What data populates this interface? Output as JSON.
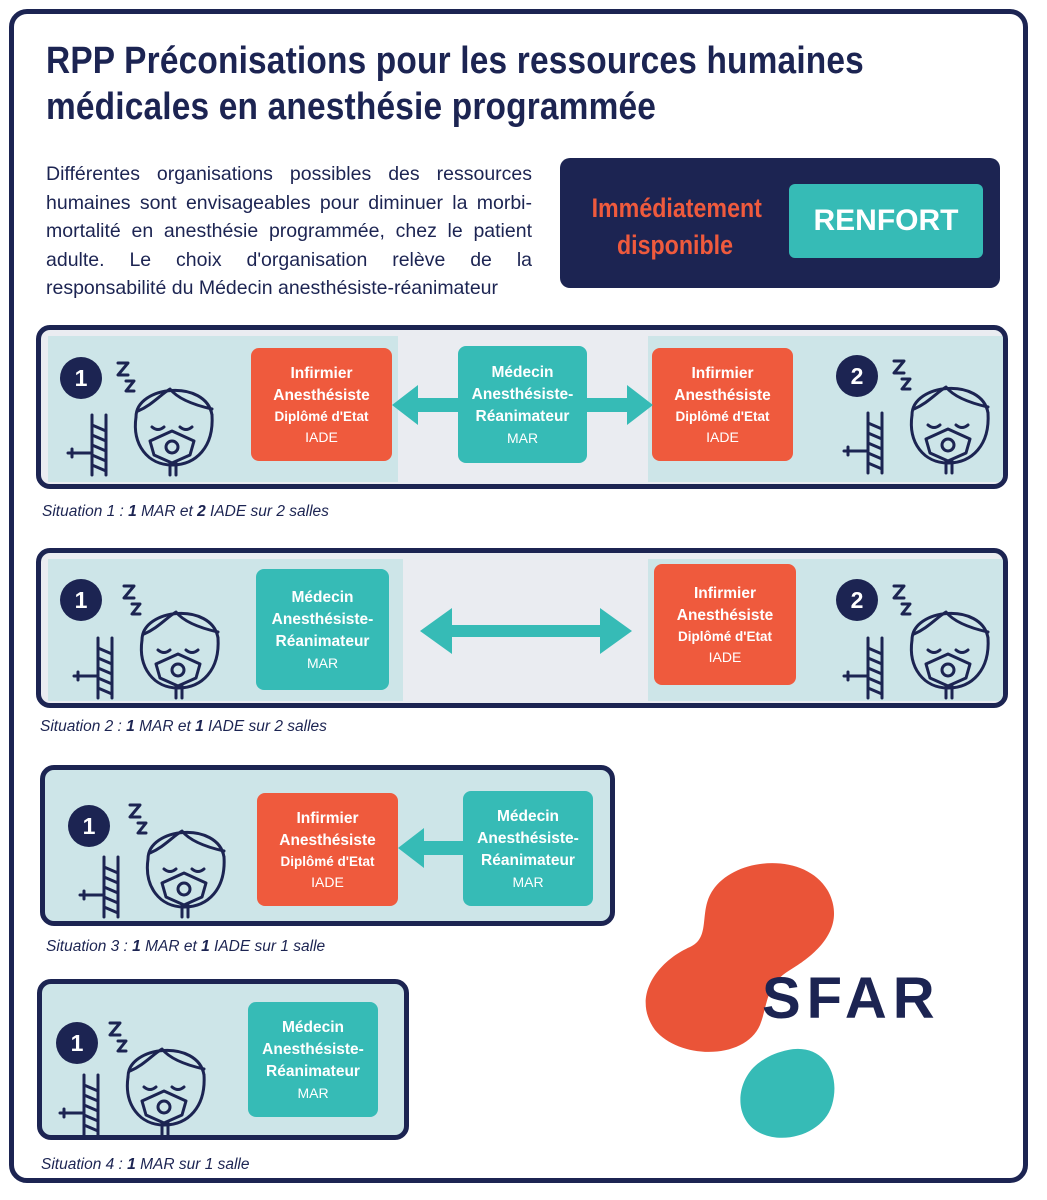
{
  "title": "RPP Préconisations pour les ressources humaines médicales  en anesthésie programmée",
  "intro": "Différentes organisations possibles  des ressources humaines sont envisageables pour diminuer la morbi-mortalité en anesthésie programmée, chez le patient adulte. Le choix d'organisation relève de la responsabilité du Médecin anesthésiste-réanimateur",
  "legend": {
    "immediate_line1": "Immédiatement",
    "immediate_line2": "disponible",
    "renfort": "RENFORT"
  },
  "roles": {
    "iade": {
      "l1": "Infirmier",
      "l2": "Anesthésiste",
      "l3": "Diplômé d'Etat",
      "l4": "IADE"
    },
    "mar": {
      "l1": "Médecin",
      "l2": "Anesthésiste-",
      "l3": "Réanimateur",
      "l4": "MAR"
    }
  },
  "rooms": {
    "one": "1",
    "two": "2"
  },
  "captions": {
    "s1": {
      "prefix": "Situation 1 : ",
      "n1": "1",
      "mid": " MAR et ",
      "n2": "2",
      "suffix": " IADE sur 2 salles"
    },
    "s2": {
      "prefix": "Situation 2 : ",
      "n1": "1",
      "mid": " MAR et ",
      "n2": "1",
      "suffix": " IADE sur 2 salles"
    },
    "s3": {
      "prefix": "Situation 3 : ",
      "n1": "1",
      "mid": " MAR et ",
      "n2": "1",
      "suffix": " IADE sur 1 salle"
    },
    "s4": {
      "prefix": "Situation 4 : ",
      "n1": "1",
      "mid": " MAR  sur 1 salle"
    }
  },
  "logo": {
    "text": "SFAR"
  },
  "colors": {
    "navy": "#1c2452",
    "orange": "#ef5a3d",
    "teal": "#36bbb6",
    "room": "#cde5e8",
    "corridor": "#eaecf1"
  }
}
